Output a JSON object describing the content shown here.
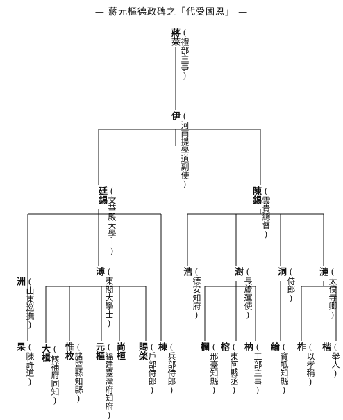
{
  "title": "— 蔣元樞德政碑之「代受國恩」 —",
  "nodes": [
    {
      "id": "g1",
      "name": "蔣萊",
      "note": "(禮部主事)"
    },
    {
      "id": "g2",
      "name": "伊",
      "note": "(河南提學道副使)"
    },
    {
      "id": "a",
      "name": "廷錫",
      "note": "(文華殿大學士)"
    },
    {
      "id": "b",
      "name": "陳錫",
      "note": "(雲貴總督)"
    },
    {
      "id": "a1",
      "name": "洲",
      "note": "(山東巡撫)"
    },
    {
      "id": "a2",
      "name": "溥",
      "note": "(東閣大學士)"
    },
    {
      "id": "b1",
      "name": "浩",
      "note": "(德安知府)"
    },
    {
      "id": "b2",
      "name": "澍",
      "note": "(長蘆運使)"
    },
    {
      "id": "b3",
      "name": "洞",
      "note": "(侍郎)"
    },
    {
      "id": "b4",
      "name": "漣",
      "note": "(太僕寺卿)"
    },
    {
      "id": "c1",
      "name": "杲",
      "note": "(陳許道)"
    },
    {
      "id": "c2",
      "name": "大楫",
      "note": "(候補府同知)"
    },
    {
      "id": "c3",
      "name": "惟枚",
      "note": "(諸暨縣知縣)"
    },
    {
      "id": "c4",
      "name": "元樞",
      "note": "(福建臺灣府知府)"
    },
    {
      "id": "c5",
      "name": "尚桓",
      "note": ""
    },
    {
      "id": "c6",
      "name": "賜棨",
      "note": "(戶部侍郎)"
    },
    {
      "id": "c7",
      "name": "棟",
      "note": "(兵部侍郎)"
    },
    {
      "id": "d1",
      "name": "欄",
      "note": "(邢臺知縣)"
    },
    {
      "id": "d2",
      "name": "榕",
      "note": "(東阿縣丞)"
    },
    {
      "id": "d3",
      "name": "枘",
      "note": "(工部主事)"
    },
    {
      "id": "d4",
      "name": "綸",
      "note": "(寶坻知縣)"
    },
    {
      "id": "d5",
      "name": "柞",
      "note": "(以孝稱)"
    },
    {
      "id": "d6",
      "name": "楷",
      "note": "(舉人)"
    }
  ]
}
